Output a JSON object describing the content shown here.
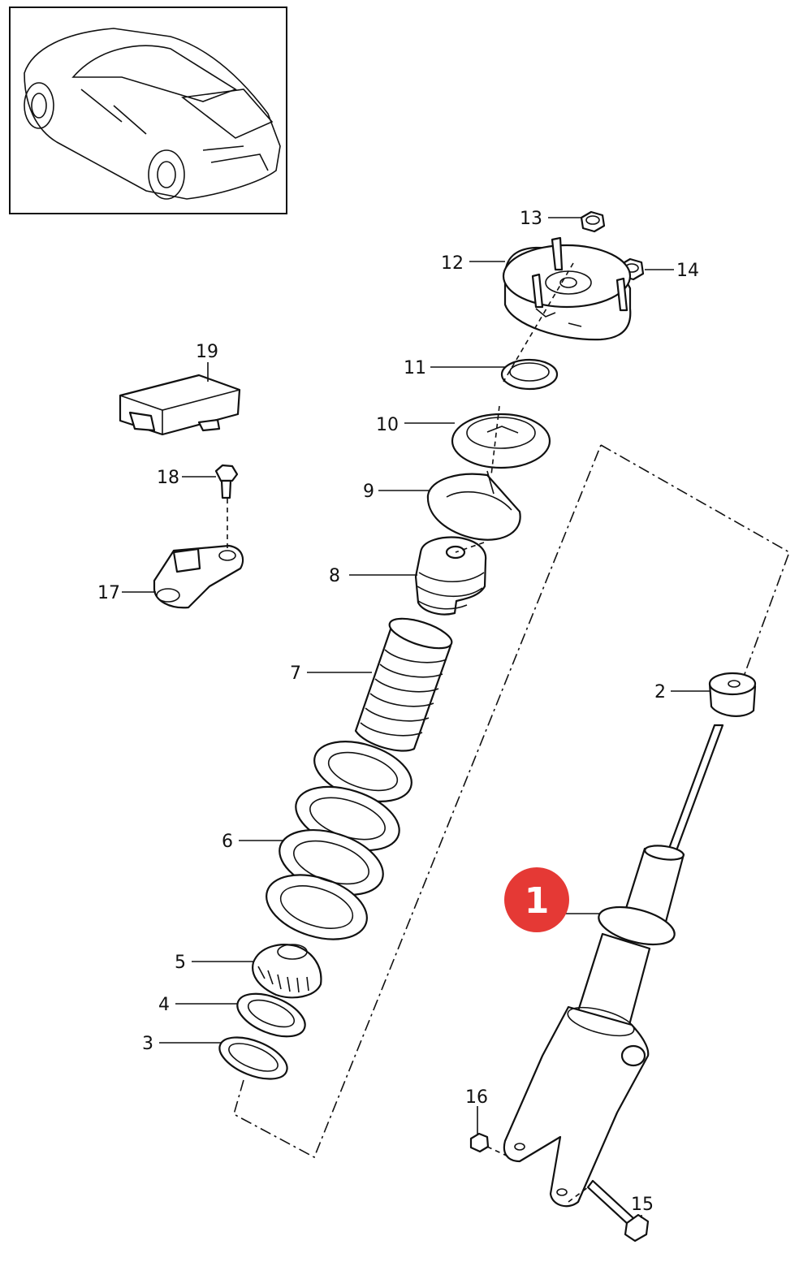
{
  "callouts": [
    {
      "id": "1",
      "label": "1"
    },
    {
      "id": "2",
      "label": "2"
    },
    {
      "id": "3",
      "label": "3"
    },
    {
      "id": "4",
      "label": "4"
    },
    {
      "id": "5",
      "label": "5"
    },
    {
      "id": "6",
      "label": "6"
    },
    {
      "id": "7",
      "label": "7"
    },
    {
      "id": "8",
      "label": "8"
    },
    {
      "id": "9",
      "label": "9"
    },
    {
      "id": "10",
      "label": "10"
    },
    {
      "id": "11",
      "label": "11"
    },
    {
      "id": "12",
      "label": "12"
    },
    {
      "id": "13",
      "label": "13"
    },
    {
      "id": "14",
      "label": "14"
    },
    {
      "id": "15",
      "label": "15"
    },
    {
      "id": "16",
      "label": "16"
    },
    {
      "id": "17",
      "label": "17"
    },
    {
      "id": "18",
      "label": "18"
    },
    {
      "id": "19",
      "label": "19"
    }
  ],
  "highlight": {
    "label": "1",
    "color": "#e53935"
  }
}
